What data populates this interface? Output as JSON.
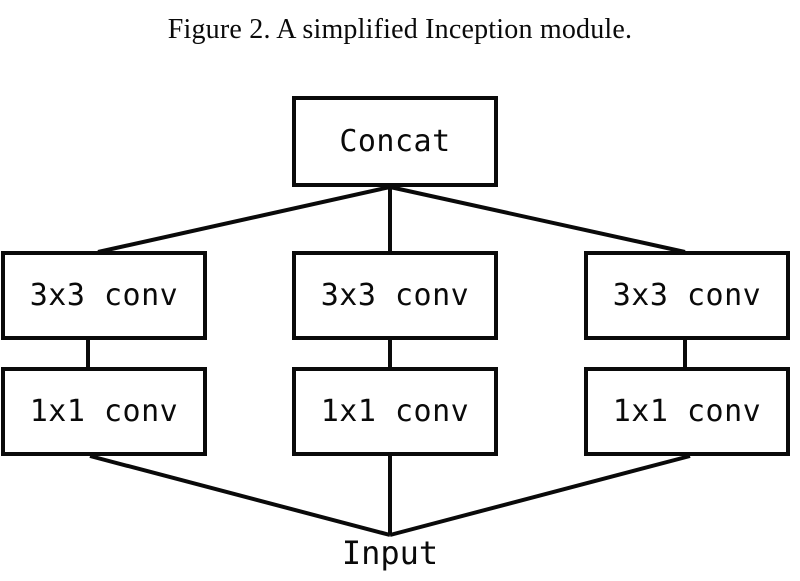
{
  "caption": "Figure 2. A simplified Inception module.",
  "colors": {
    "background": "#ffffff",
    "stroke": "#0a0a0a",
    "text": "#0a0a0a"
  },
  "diagram": {
    "title": "simplified Inception module",
    "input_node": {
      "label": "Input"
    },
    "output_node": {
      "label": "Concat"
    },
    "branches": [
      {
        "name": "branch-left",
        "stages": [
          {
            "label": "1x1 conv"
          },
          {
            "label": "3x3 conv"
          }
        ]
      },
      {
        "name": "branch-middle",
        "stages": [
          {
            "label": "1x1 conv"
          },
          {
            "label": "3x3 conv"
          }
        ]
      },
      {
        "name": "branch-right",
        "stages": [
          {
            "label": "1x1 conv"
          },
          {
            "label": "3x3 conv"
          }
        ]
      }
    ]
  }
}
